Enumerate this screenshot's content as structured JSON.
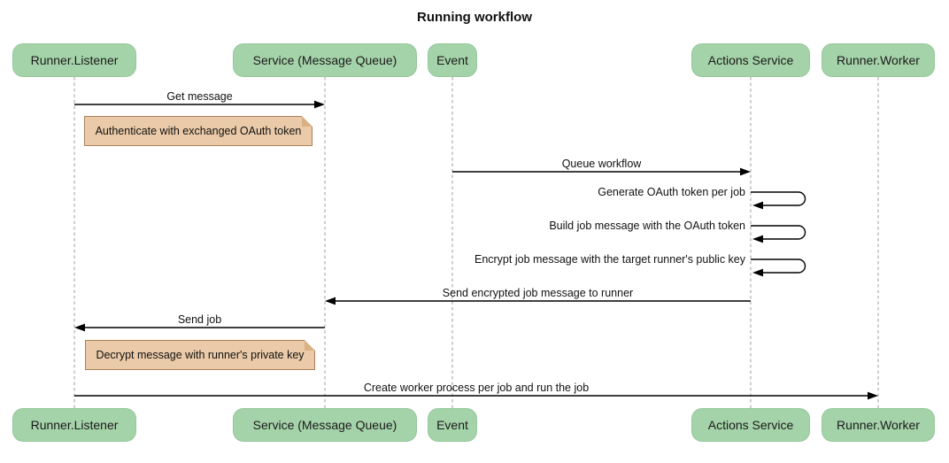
{
  "title": "Running workflow",
  "colors": {
    "actor_fill": "#A5D3A9",
    "actor_border": "#96C79D",
    "note_fill": "#EACAA8",
    "note_border": "#AA825A",
    "arrow": "#000000",
    "lifeline": "#9E9E9E",
    "background": "#FFFFFF"
  },
  "actors": [
    {
      "label": "Runner.Listener"
    },
    {
      "label": "Service (Message Queue)"
    },
    {
      "label": "Event"
    },
    {
      "label": "Actions Service"
    },
    {
      "label": "Runner.Worker"
    }
  ],
  "messages": [
    {
      "label": "Get message",
      "from": "Runner.Listener",
      "to": "Service (Message Queue)",
      "type": "arrow"
    },
    {
      "label": "Queue workflow",
      "from": "Event",
      "to": "Actions Service",
      "type": "arrow"
    },
    {
      "label": "Generate OAuth token per job",
      "from": "Actions Service",
      "to": "Actions Service",
      "type": "self"
    },
    {
      "label": "Build job message with the OAuth token",
      "from": "Actions Service",
      "to": "Actions Service",
      "type": "self"
    },
    {
      "label": "Encrypt job message with the target runner's public key",
      "from": "Actions Service",
      "to": "Actions Service",
      "type": "self"
    },
    {
      "label": "Send encrypted job message to runner",
      "from": "Actions Service",
      "to": "Service (Message Queue)",
      "type": "arrow"
    },
    {
      "label": "Send job",
      "from": "Service (Message Queue)",
      "to": "Runner.Listener",
      "type": "arrow"
    },
    {
      "label": "Create worker process per job and run the job",
      "from": "Runner.Listener",
      "to": "Runner.Worker",
      "type": "arrow"
    }
  ],
  "notes": [
    {
      "text": "Authenticate with exchanged OAuth token",
      "over": "Runner.Listener"
    },
    {
      "text": "Decrypt message with runner's private key",
      "over": "Runner.Listener"
    }
  ]
}
